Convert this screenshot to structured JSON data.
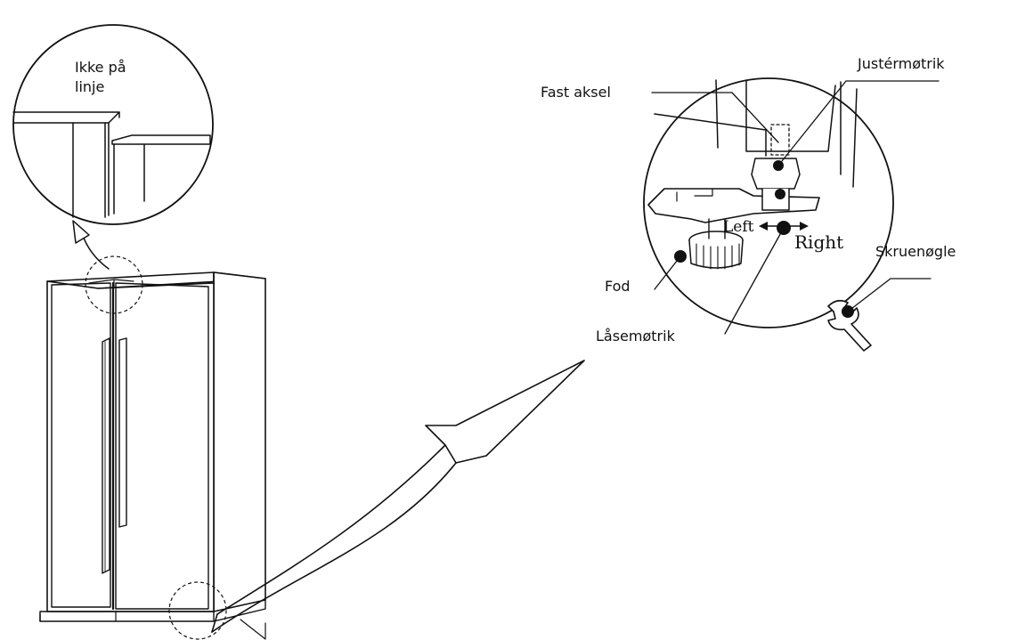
{
  "labels": {
    "misaligned_line1": "Ikke på",
    "misaligned_line2": "linje",
    "fixed_shaft": "Fast aksel",
    "adjusting_nut": "Justérmøtrik",
    "foot": "Fod",
    "lock_nut": "Låsemøtrik",
    "wrench": "Skruenøgle",
    "left": "Left",
    "right": "Right"
  },
  "colors": {
    "ink": "#111111",
    "paper": "#ffffff"
  },
  "icons": [
    "refrigerator",
    "zoom-circle",
    "wrench-icon",
    "curved-arrow"
  ]
}
